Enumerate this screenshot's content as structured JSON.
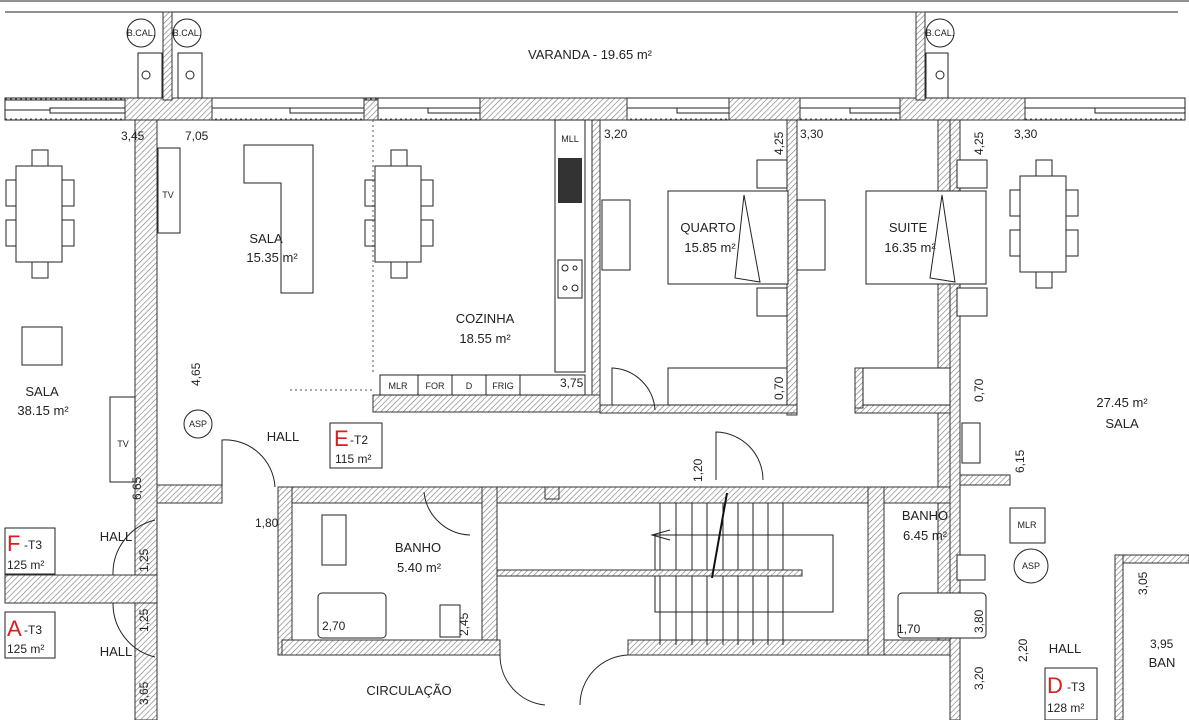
{
  "plan": {
    "varanda": "VARANDA - 19.65 m²",
    "rooms": {
      "sala_e": {
        "name": "SALA",
        "area": "15.35 m²"
      },
      "cozinha": {
        "name": "COZINHA",
        "area": "18.55 m²"
      },
      "quarto": {
        "name": "QUARTO",
        "area": "15.85 m²"
      },
      "suite": {
        "name": "SUITE",
        "area": "16.35 m²"
      },
      "sala_f": {
        "name": "SALA",
        "area": "38.15 m²"
      },
      "sala_d": {
        "name": "SALA",
        "area": "27.45 m²"
      },
      "hall_e": {
        "name": "HALL"
      },
      "hall_f": {
        "name": "HALL"
      },
      "hall_a": {
        "name": "HALL"
      },
      "hall_d": {
        "name": "HALL"
      },
      "banho_e": {
        "name": "BANHO",
        "area": "5.40 m²"
      },
      "banho_2": {
        "name": "BANHO",
        "area": "6.45 m²"
      },
      "banho_3": {
        "name": "BAN"
      },
      "circulacao": {
        "name": "CIRCULAÇÃO"
      }
    },
    "units": {
      "e": {
        "letter": "E",
        "type": "-T2",
        "area": "115 m²"
      },
      "f": {
        "letter": "F",
        "type": "-T3",
        "area": "125 m²"
      },
      "a": {
        "letter": "A",
        "type": "-T3",
        "area": "125 m²"
      },
      "d": {
        "letter": "D",
        "type": "-T3",
        "area": "128 m²"
      }
    },
    "fixtures": {
      "bcal": "B.CAL.",
      "tv": "TV",
      "mll": "MLL",
      "mlr": "MLR",
      "for": "FOR",
      "d": "D",
      "frig": "FRIG",
      "asp": "ASP"
    },
    "dimensions": {
      "d345": "3,45",
      "d705": "7,05",
      "d320a": "3,20",
      "d425a": "4,25",
      "d330a": "3,30",
      "d425b": "4,25",
      "d330b": "3,30",
      "d465": "4,65",
      "d375": "3,75",
      "d070a": "0,70",
      "d070b": "0,70",
      "d665": "6,65",
      "d180": "1,80",
      "d120": "1,20",
      "d615": "6,15",
      "d125a": "1,25",
      "d125b": "1,25",
      "d270": "2,70",
      "d245": "2,45",
      "d170": "1,70",
      "d380": "3,80",
      "d305": "3,05",
      "d395": "3,95",
      "d220": "2,20",
      "d320b": "3,20",
      "d365": "3,65"
    },
    "colors": {
      "unit_letter": "#d42020",
      "wall": "#333333"
    }
  }
}
